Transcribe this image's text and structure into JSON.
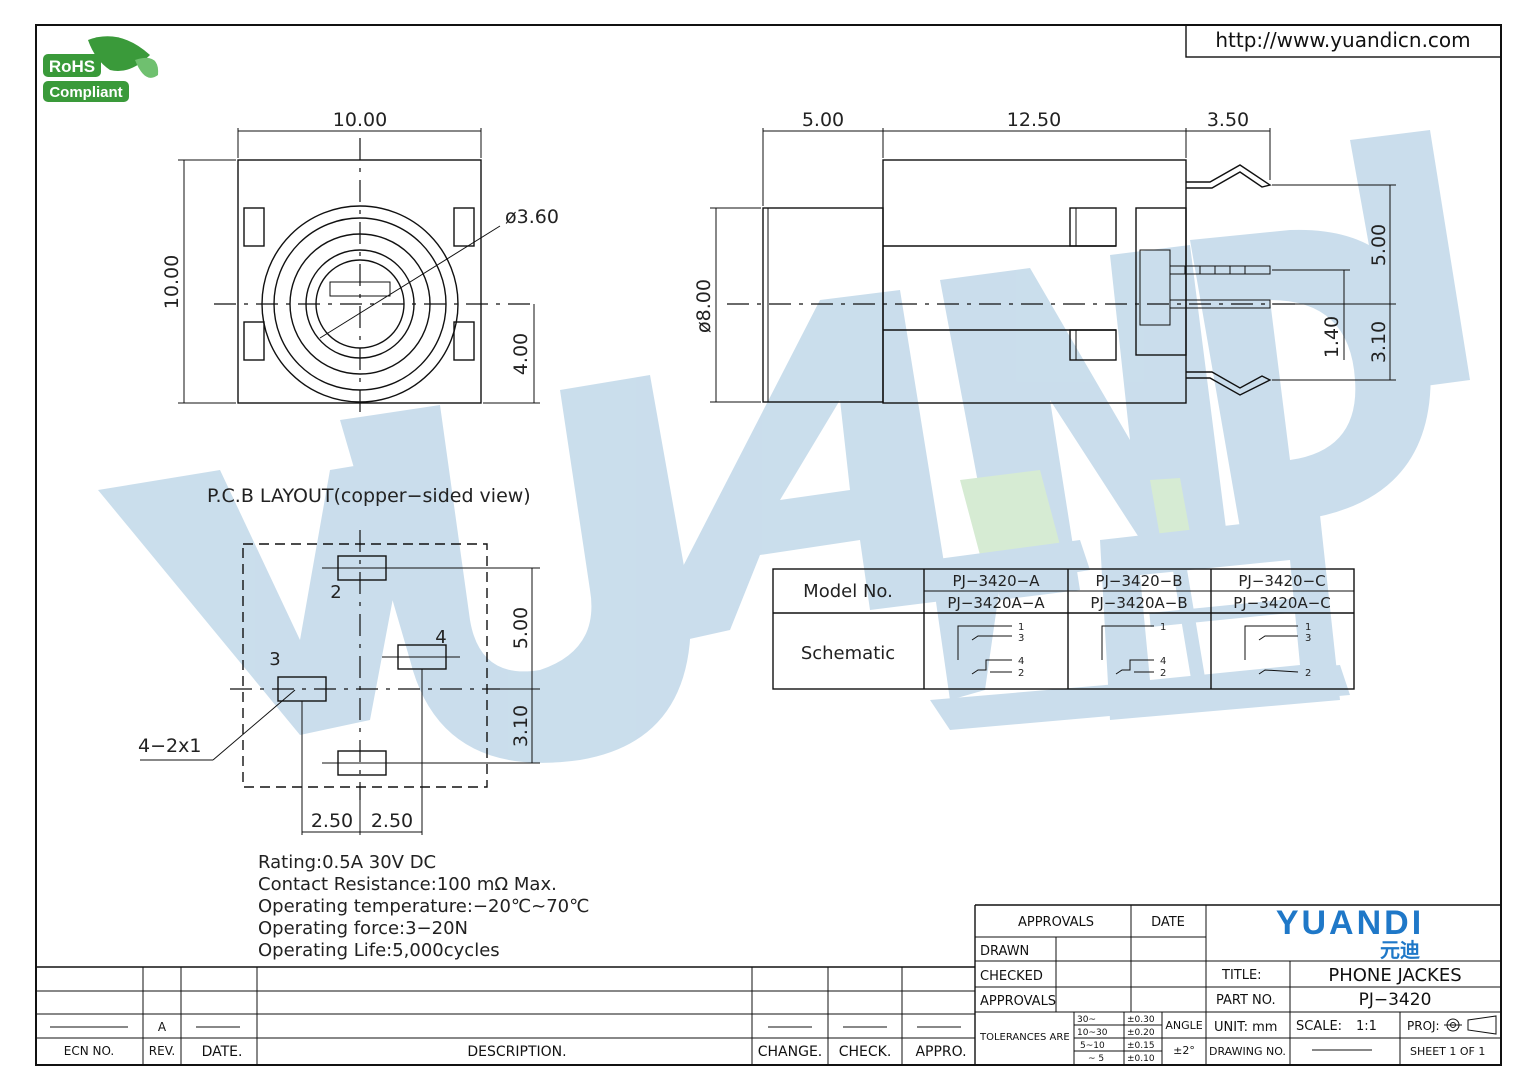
{
  "header": {
    "url": "http://www.yuandicn.com",
    "rohs_top": "RoHS",
    "rohs_bottom": "Compliant"
  },
  "watermark": {
    "latin": "YUANDI",
    "chinese": "元迪"
  },
  "front_view": {
    "width_dim": "10.00",
    "height_dim": "10.00",
    "hole_dim": "ø3.60",
    "offset_dim": "4.00"
  },
  "side_view": {
    "dim_a": "5.00",
    "dim_b": "12.50",
    "dim_c": "3.50",
    "dia_dim": "ø8.00",
    "pin_dim_1": "5.00",
    "pin_dim_2": "1.40",
    "pin_dim_3": "3.10"
  },
  "pcb_layout": {
    "title": "P.C.B LAYOUT(copper−sided view)",
    "pin_2": "2",
    "pin_4": "4",
    "pin_3": "3",
    "pad_callout": "4−2x1",
    "dim_v1": "5.00",
    "dim_v2": "3.10",
    "dim_h1": "2.50",
    "dim_h2": "2.50"
  },
  "specs": [
    "Rating:0.5A  30V  DC",
    "Contact  Resistance:100  mΩ  Max.",
    "Operating  temperature:−20℃~70℃",
    "Operating  force:3−20N",
    "Operating  Life:5,000cycles"
  ],
  "model_table": {
    "model_label": "Model  No.",
    "schematic_label": "Schematic",
    "models": [
      {
        "top": "PJ−3420−A",
        "bottom": "PJ−3420A−A"
      },
      {
        "top": "PJ−3420−B",
        "bottom": "PJ−3420A−B"
      },
      {
        "top": "PJ−3420−C",
        "bottom": "PJ−3420A−C"
      }
    ],
    "schematic_pins": {
      "p1": "1",
      "p2": "2",
      "p3": "3",
      "p4": "4"
    }
  },
  "revision_block": {
    "rev_value": "A",
    "labels": [
      "ECN  NO.",
      "REV.",
      "DATE.",
      "DESCRIPTION.",
      "CHANGE.",
      "CHECK.",
      "APPRO."
    ]
  },
  "title_block": {
    "approvals": "APPROVALS",
    "date": "DATE",
    "drawn": "DRAWN",
    "checked": "CHECKED",
    "approvals2": "APPROVALS",
    "tolerances": "TOLERANCES  ARE",
    "tol_rows": [
      {
        "range": "30~",
        "tol": "±0.30"
      },
      {
        "range": "10~30",
        "tol": "±0.20"
      },
      {
        "range": "5~10",
        "tol": "±0.15"
      },
      {
        "range": "~ 5",
        "tol": "±0.10"
      }
    ],
    "angle": "ANGLE",
    "angle_tol": "±2°",
    "brand": "YUANDI",
    "brand_cn": "元迪",
    "title_label": "TITLE:",
    "title_value": "PHONE  JACKES",
    "part_label": "PART  NO.",
    "part_value": "PJ−3420",
    "unit": "UNIT:  mm",
    "scale_label": "SCALE:",
    "scale_value": "1:1",
    "proj": "PROJ:",
    "drawing_no": "DRAWING  NO.",
    "sheet": "SHEET   1  OF  1"
  },
  "colors": {
    "watermark": "#9fc3dd",
    "watermark_green": "#b6dbb0",
    "brand_blue": "#1f78c8",
    "rohs_green": "#3a9a3a"
  }
}
